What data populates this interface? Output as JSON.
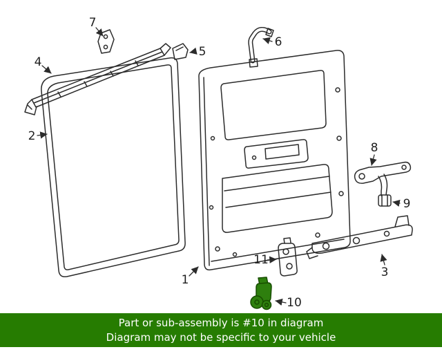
{
  "banner": {
    "line1": "Part or sub-assembly is #10 in diagram",
    "line2": "Diagram may not be specific to your vehicle",
    "background_color": "#267c01",
    "text_color": "#ffffff"
  },
  "diagram": {
    "description": "Exploded parts diagram of a sliding side door assembly with numbered callouts",
    "line_color": "#2b2b2b",
    "highlight_fill": "#2e7f0e",
    "highlight_stroke": "#174d00",
    "highlighted_part_label": "10",
    "callouts": [
      {
        "label": "1"
      },
      {
        "label": "2"
      },
      {
        "label": "3"
      },
      {
        "label": "4"
      },
      {
        "label": "5"
      },
      {
        "label": "6"
      },
      {
        "label": "7"
      },
      {
        "label": "8"
      },
      {
        "label": "9"
      },
      {
        "label": "10"
      },
      {
        "label": "11"
      }
    ]
  }
}
